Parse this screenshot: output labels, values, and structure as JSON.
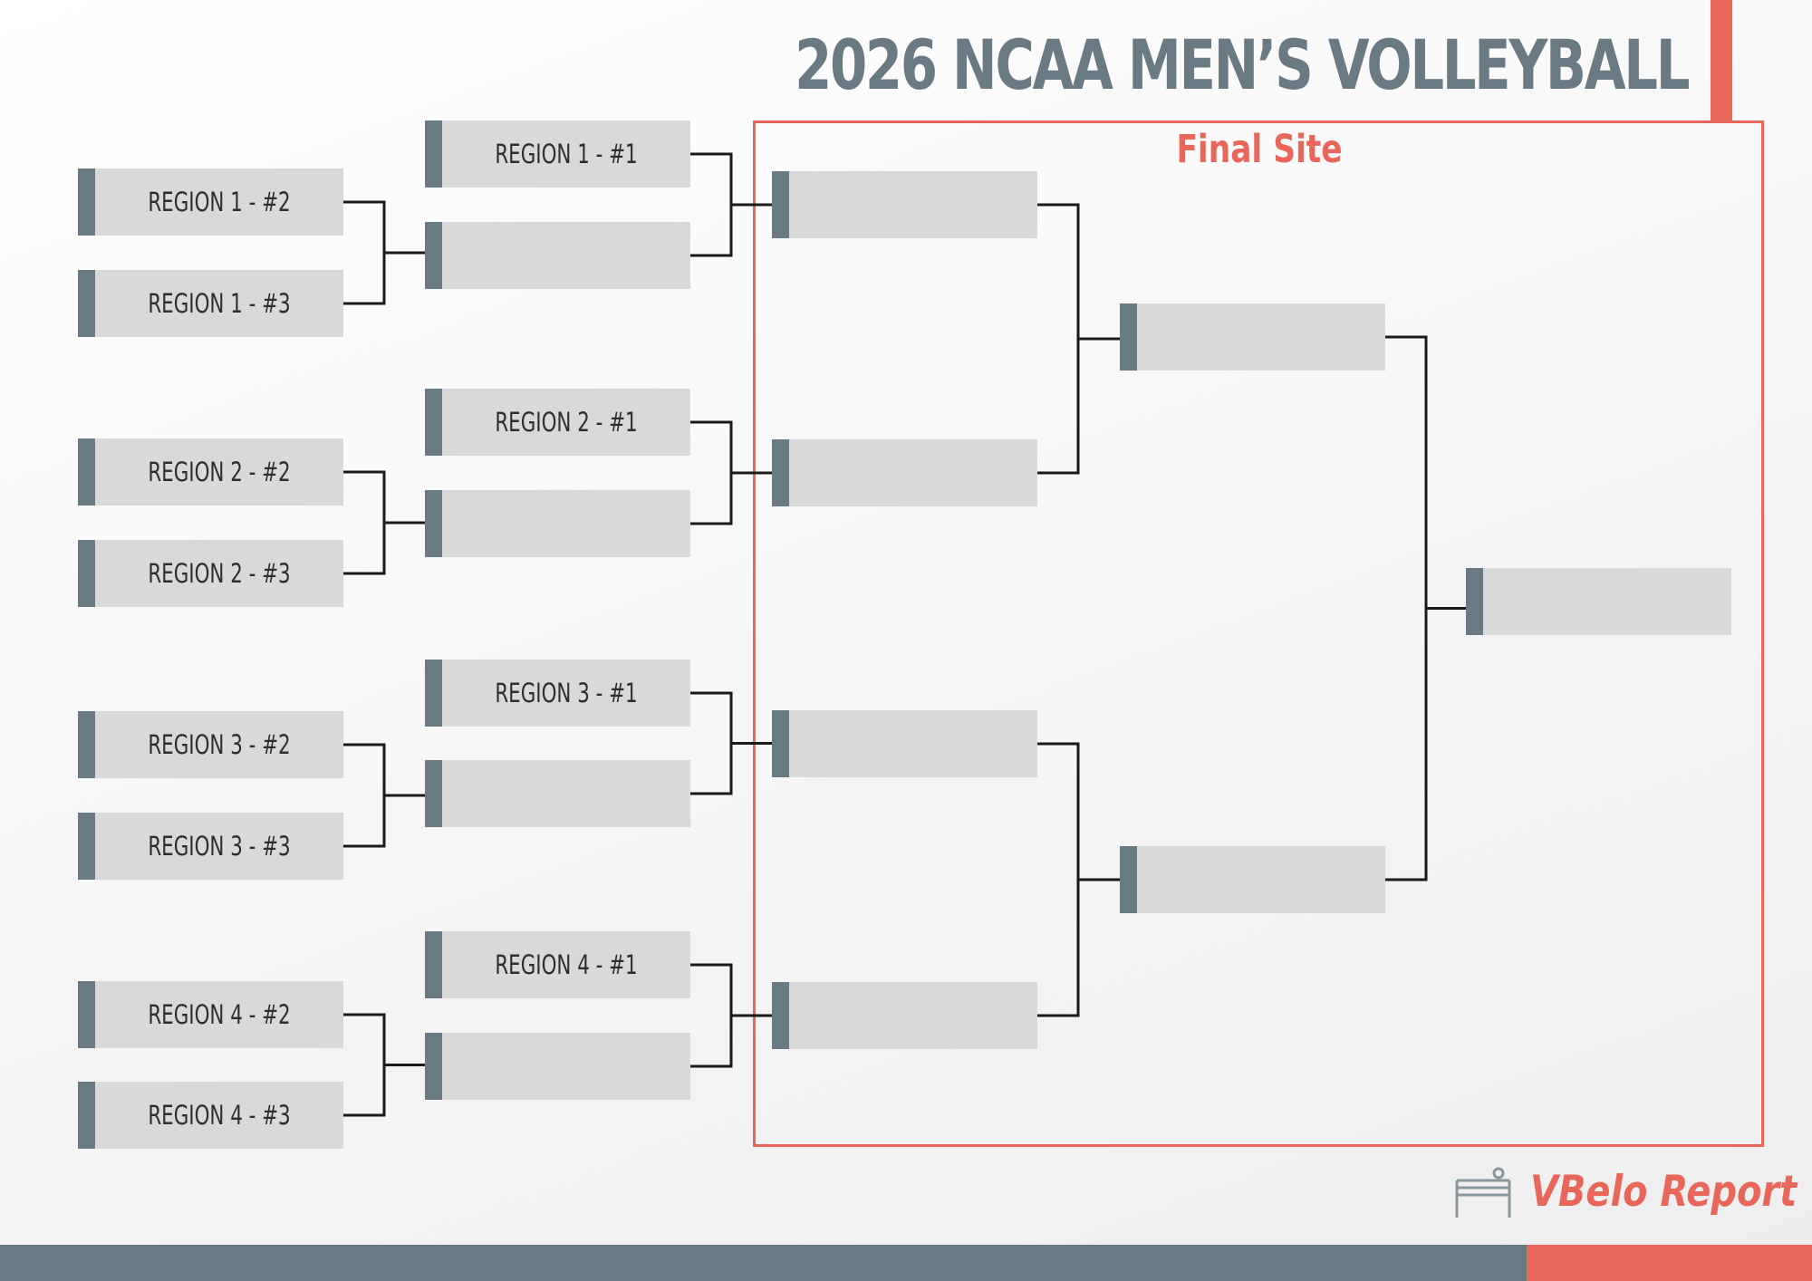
{
  "header": {
    "title": "2026 NCAA MEN’S VOLLEYBALL"
  },
  "final_site": {
    "label": "Final Site"
  },
  "colors": {
    "accent": "#e8675a",
    "slate": "#6a7a82",
    "slot_fill": "#d9d9d9",
    "slot_text": "#2e2e2e",
    "connector": "#1a1a1a"
  },
  "bracket": {
    "regions": [
      {
        "seed2": "REGION 1 - #2",
        "seed3": "REGION 1 - #3",
        "seed1": "REGION 1 - #1"
      },
      {
        "seed2": "REGION 2 - #2",
        "seed3": "REGION 2 - #3",
        "seed1": "REGION 2 - #1"
      },
      {
        "seed2": "REGION 3 - #2",
        "seed3": "REGION 3 - #3",
        "seed1": "REGION 3 - #1"
      },
      {
        "seed2": "REGION 4 - #2",
        "seed3": "REGION 4 - #3",
        "seed1": "REGION 4 - #1"
      }
    ]
  },
  "brand": {
    "name": "VBelo Report",
    "icon": "volleyball-net-icon"
  }
}
